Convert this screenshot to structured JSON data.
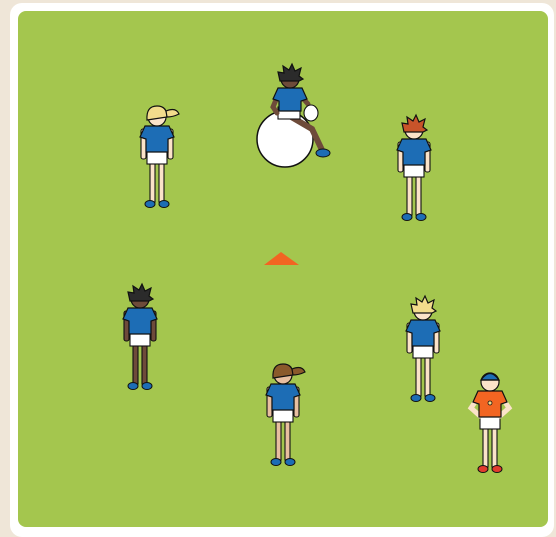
{
  "colors": {
    "background": "#efe6d8",
    "border": "#ffffff",
    "grass": "#a4c64e",
    "cone": "#f26522",
    "team_shirt": "#1d6db5",
    "coach_shirt": "#f26522",
    "ball": "#ffffff"
  },
  "drill": {
    "cone": {
      "icon": "cone-marker-icon",
      "color": "#f26522"
    },
    "large_ball": {
      "icon": "large-ball-icon"
    },
    "players": [
      {
        "id": "player-top-left",
        "icon": "player-icon",
        "role": "player",
        "hair": "blonde-ponytail"
      },
      {
        "id": "player-top-center",
        "icon": "player-icon",
        "role": "player-on-ball",
        "hair": "dark-spiky"
      },
      {
        "id": "player-top-right",
        "icon": "player-icon",
        "role": "player",
        "hair": "red-spiky"
      },
      {
        "id": "player-mid-left",
        "icon": "player-icon",
        "role": "player",
        "hair": "dark-spiky"
      },
      {
        "id": "player-bottom-center",
        "icon": "player-icon",
        "role": "player",
        "hair": "brown-ponytail"
      },
      {
        "id": "player-right",
        "icon": "player-icon",
        "role": "player",
        "hair": "blonde-spiky"
      },
      {
        "id": "coach",
        "icon": "coach-icon",
        "role": "coach",
        "hair": "cap"
      }
    ]
  }
}
